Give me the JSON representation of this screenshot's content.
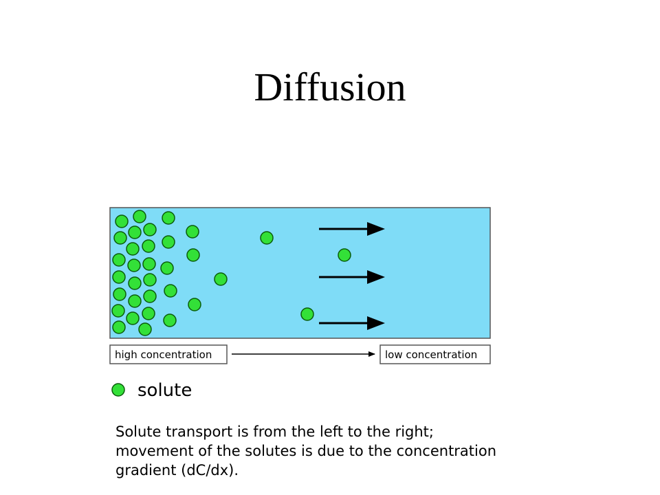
{
  "title": "Diffusion",
  "colors": {
    "solution": "#7fdcf7",
    "solute_fill": "#33e038",
    "solute_stroke": "#0b5c0b",
    "arrow": "#000000"
  },
  "concentration_scale": {
    "left_label": "high concentration",
    "right_label": "low concentration"
  },
  "legend": {
    "label": "solute"
  },
  "caption": {
    "line1": "Solute transport is from the left to the right;",
    "line2": "movement of the solutes is due to the concentration",
    "line3": "gradient (dC/dx)."
  }
}
